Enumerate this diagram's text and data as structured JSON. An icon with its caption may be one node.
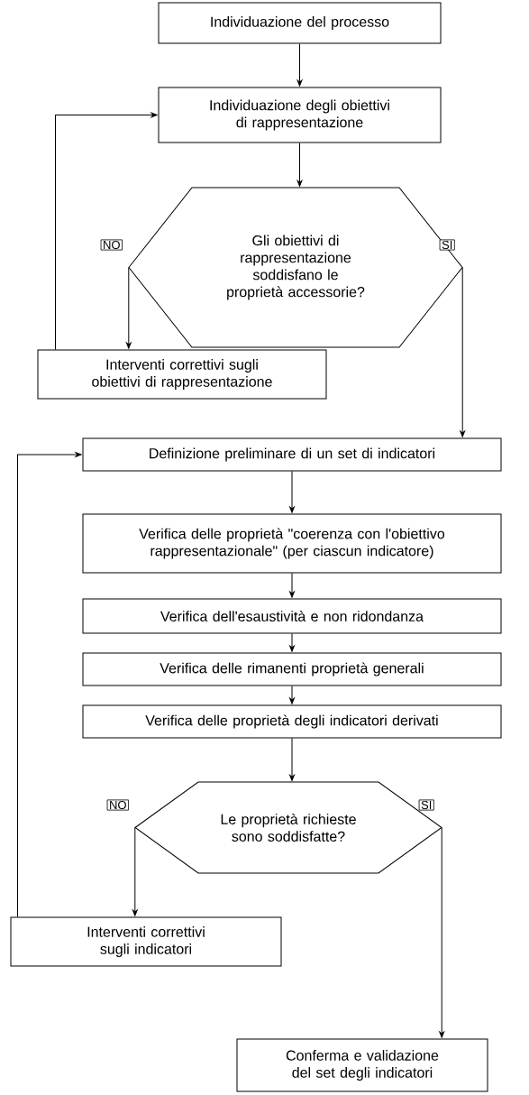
{
  "diagram": {
    "nodes": [
      {
        "text": [
          "Individuazione del processo"
        ]
      },
      {
        "text": [
          "Individuazione degli obiettivi di rappresentazione"
        ]
      },
      {
        "text": [
          "Gli obiettivi di rappresentazione soddisfano le proprietà accessorie?"
        ]
      },
      {
        "text": [
          "Interventi correttivi sugli obiettivi di rappresentazione"
        ]
      },
      {
        "text": [
          "Definizione preliminare di un set di indicatori"
        ]
      },
      {
        "text": [
          "Verifica delle proprietà \"coerenza con l'obiettivo rappresentazionale\" (per ciascun indicatore)"
        ]
      },
      {
        "text": [
          "Verifica dell'esaustività e non ridondanza"
        ]
      },
      {
        "text": [
          "Verifica delle rimanenti proprietà generali"
        ]
      },
      {
        "text": [
          "Verifica delle proprietà degli indicatori derivati"
        ]
      },
      {
        "text": [
          "Le proprietà richieste sono soddisfatte?"
        ]
      },
      {
        "text": [
          "Interventi correttivi sugli indicatori"
        ]
      },
      {
        "text": [
          "Conferma e validazione del set degli indicatori"
        ]
      }
    ],
    "edges": [
      {
        "from": 0,
        "to": 1,
        "arrow": "to"
      },
      {
        "from": 1,
        "to": 2,
        "arrow": "to"
      },
      {
        "from": 2,
        "to": 3,
        "arrow": "to",
        "label": "NO"
      },
      {
        "from": 2,
        "to": 4,
        "arrow": "to",
        "label": "SI"
      },
      {
        "from": 3,
        "to": 1,
        "arrow": "to"
      },
      {
        "from": 4,
        "to": 5,
        "arrow": "to"
      },
      {
        "from": 5,
        "to": 6,
        "arrow": "to"
      },
      {
        "from": 6,
        "to": 7,
        "arrow": "to"
      },
      {
        "from": 7,
        "to": 8,
        "arrow": "to"
      },
      {
        "from": 8,
        "to": 9,
        "arrow": "to"
      },
      {
        "from": 9,
        "to": 10,
        "arrow": "to",
        "label": "NO"
      },
      {
        "from": 9,
        "to": 11,
        "arrow": "to",
        "label": "SI"
      },
      {
        "from": 10,
        "to": 4,
        "arrow": "to"
      }
    ]
  }
}
